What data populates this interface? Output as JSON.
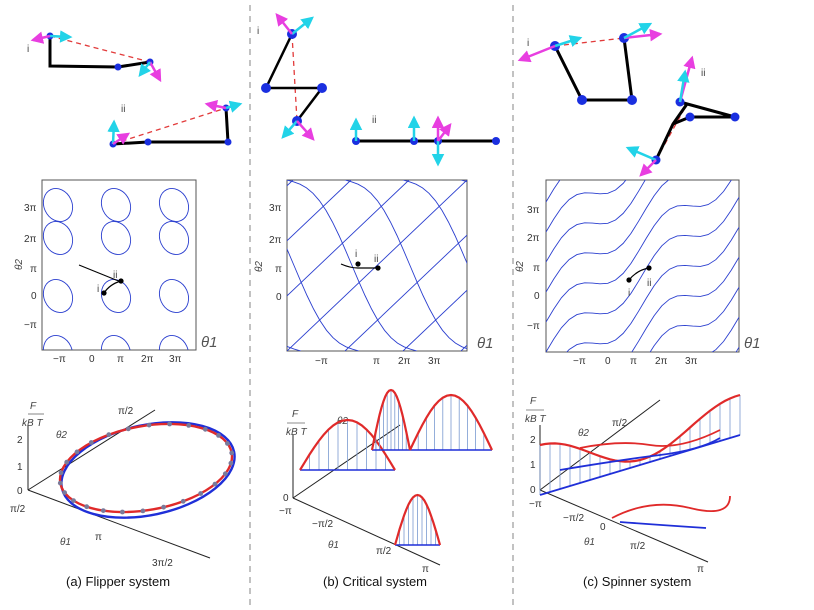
{
  "panels": [
    {
      "caption": "(a) Flipper system",
      "config_labels": [
        "i",
        "ii"
      ],
      "contour_yticks": [
        "3π",
        "2π",
        "π",
        "0",
        "−π"
      ],
      "contour_xticks": [
        "−π",
        "0",
        "π",
        "2π",
        "3π"
      ],
      "contour_ylabel": "θ2",
      "contour_xlabel": "θ1",
      "point_labels": [
        "i",
        "ii"
      ],
      "energy_axis": {
        "F": "F",
        "kBT": "kB T",
        "ticks": [
          "2",
          "1",
          "0"
        ]
      },
      "theta2_label": "θ2",
      "theta2_tick": "π/2",
      "theta1_label": "θ1",
      "theta1_ticks": [
        "π/2",
        "π",
        "3π/2"
      ]
    },
    {
      "caption": "(b) Critical system",
      "config_labels": [
        "i",
        "ii"
      ],
      "contour_yticks": [
        "3π",
        "2π",
        "π",
        "0"
      ],
      "contour_xticks": [
        "−π",
        "π",
        "2π",
        "3π"
      ],
      "contour_ylabel": "θ2",
      "contour_xlabel": "θ1",
      "point_labels": [
        "i",
        "ii"
      ],
      "energy_axis": {
        "F": "F",
        "kBT": "kB T",
        "ticks": [
          "0"
        ]
      },
      "theta2_label": "θ2",
      "theta1_label": "θ1",
      "theta1_ticks": [
        "−π",
        "−π/2",
        "π/2",
        "π"
      ]
    },
    {
      "caption": "(c) Spinner system",
      "config_labels": [
        "i",
        "ii"
      ],
      "contour_yticks": [
        "3π",
        "2π",
        "π",
        "0",
        "−π"
      ],
      "contour_xticks": [
        "−π",
        "0",
        "π",
        "2π",
        "3π"
      ],
      "contour_ylabel": "θ2",
      "contour_xlabel": "θ1",
      "point_labels": [
        "i",
        "ii"
      ],
      "energy_axis": {
        "F": "F",
        "kBT": "kB T",
        "ticks": [
          "2",
          "1",
          "0"
        ]
      },
      "theta2_label": "θ2",
      "theta2_tick": "π/2",
      "theta1_label": "θ1",
      "theta1_ticks": [
        "−π",
        "−π/2",
        "0",
        "π/2",
        "π"
      ]
    }
  ],
  "colors": {
    "rod": "#000000",
    "joint": "#1a2fe0",
    "dashed": "#e23b3b",
    "cyan_arrow": "#22d3e8",
    "magenta_arrow": "#e83ee0",
    "contour": "#2b3fcf",
    "energy_red": "#e02a2a",
    "energy_blue": "#1f2fd8",
    "points": "#7a7a9a",
    "stems": "#7a9ad0",
    "divider": "#999999"
  }
}
